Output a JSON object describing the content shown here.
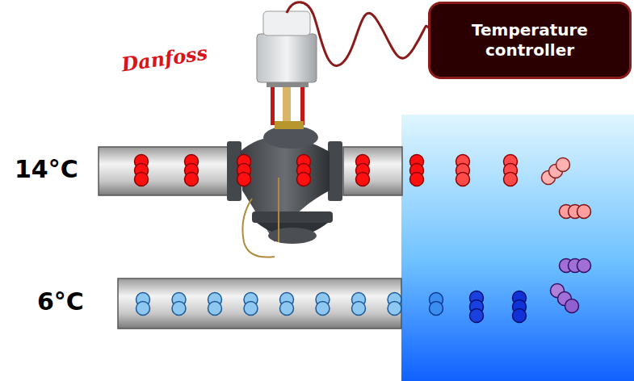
{
  "diagram": {
    "nodes": [
      {
        "text": [
          "Temperature controller"
        ]
      }
    ],
    "labels": [
      "Danfoss",
      "14°C",
      "6°C"
    ]
  }
}
